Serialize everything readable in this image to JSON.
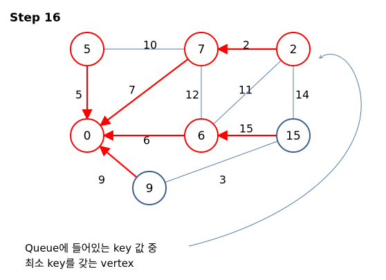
{
  "title": "Step 16",
  "caption": {
    "line1": "Queue에 들어있는 key 값 중",
    "line2": "최소 key를 갖는 vertex"
  },
  "colors": {
    "tree": "#ff0000",
    "nontree": "#4f7ba7",
    "node_tree_stroke": "#ff0000",
    "node_queue_stroke": "#3d5f8c",
    "node_fill": "#ffffff",
    "text": "#000000"
  },
  "nodes": [
    {
      "id": "n5",
      "key": "5",
      "state": "tree"
    },
    {
      "id": "n7",
      "key": "7",
      "state": "tree"
    },
    {
      "id": "n2",
      "key": "2",
      "state": "tree"
    },
    {
      "id": "n0",
      "key": "0",
      "state": "tree"
    },
    {
      "id": "n6",
      "key": "6",
      "state": "tree"
    },
    {
      "id": "n15",
      "key": "15",
      "state": "queue"
    },
    {
      "id": "n9",
      "key": "9",
      "state": "queue"
    }
  ],
  "edges": [
    {
      "id": "e5-7",
      "from": "n5",
      "to": "n7",
      "weight": "10",
      "tree": false
    },
    {
      "id": "e2-7",
      "from": "n2",
      "to": "n7",
      "weight": "2",
      "tree": true
    },
    {
      "id": "e5-0",
      "from": "n5",
      "to": "n0",
      "weight": "5",
      "tree": true
    },
    {
      "id": "e7-0",
      "from": "n7",
      "to": "n0",
      "weight": "7",
      "tree": true
    },
    {
      "id": "e7-6",
      "from": "n7",
      "to": "n6",
      "weight": "12",
      "tree": false
    },
    {
      "id": "e2-6",
      "from": "n2",
      "to": "n6",
      "weight": "11",
      "tree": false
    },
    {
      "id": "e2-15",
      "from": "n2",
      "to": "n15",
      "weight": "14",
      "tree": false
    },
    {
      "id": "e6-0",
      "from": "n6",
      "to": "n0",
      "weight": "6",
      "tree": true
    },
    {
      "id": "e15-6",
      "from": "n15",
      "to": "n6",
      "weight": "15",
      "tree": true
    },
    {
      "id": "e9-0",
      "from": "n9",
      "to": "n0",
      "weight": "9",
      "tree": true
    },
    {
      "id": "e9-15",
      "from": "n9",
      "to": "n15",
      "weight": "3",
      "tree": false
    }
  ]
}
